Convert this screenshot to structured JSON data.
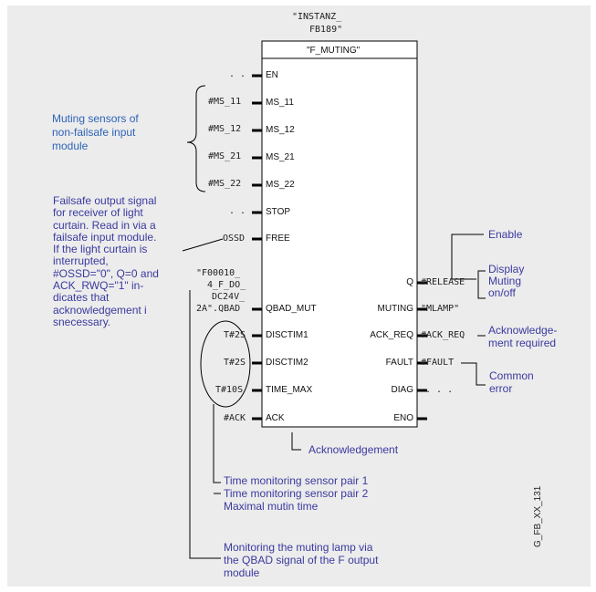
{
  "block": {
    "instance_lines": [
      "\"INSTANZ_",
      "FB189\""
    ],
    "name": "\"F_MUTING\"",
    "inputs": [
      {
        "name": "EN",
        "param": ". . ."
      },
      {
        "name": "MS_11",
        "param": "#MS_11"
      },
      {
        "name": "MS_12",
        "param": "#MS_12"
      },
      {
        "name": "MS_21",
        "param": "#MS_21"
      },
      {
        "name": "MS_22",
        "param": "#MS_22"
      },
      {
        "name": "STOP",
        "param": ". . ."
      },
      {
        "name": "FREE",
        "param": "OSSD"
      },
      {
        "name": "QBAD_MUT",
        "param_lines": [
          "\"F00010_",
          "4_F_DO_",
          "DC24V_",
          "2A\".QBAD"
        ]
      },
      {
        "name": "DISCTIM1",
        "param": "T#2S"
      },
      {
        "name": "DISCTIM2",
        "param": "T#2S"
      },
      {
        "name": "TIME_MAX",
        "param": "T#10S"
      },
      {
        "name": "ACK",
        "param": "#ACK"
      }
    ],
    "outputs": [
      {
        "name": "Q",
        "param": "#RELEASE"
      },
      {
        "name": "MUTING",
        "param": "\"MLAMP\""
      },
      {
        "name": "ACK_REQ",
        "param": "#ACK_REQ"
      },
      {
        "name": "FAULT",
        "param": "#FAULT"
      },
      {
        "name": "DIAG",
        "param": ". . ."
      },
      {
        "name": "ENO",
        "param": ""
      }
    ]
  },
  "annotations": {
    "muting_sensors": [
      "Muting sensors of",
      "non-failsafe input",
      "module"
    ],
    "failsafe_output": [
      "Failsafe output signal",
      "for receiver of light",
      "curtain. Read in via a",
      "failsafe input module.",
      "If the light curtain is",
      "interrupted,",
      "#OSSD=\"0\", Q=0 and",
      "ACK_RWQ=\"1\" in-",
      "dicates that",
      "acknowledgement i",
      "snecessary."
    ],
    "enable": "Enable",
    "display_muting": [
      "Display",
      "Muting",
      "on/off"
    ],
    "ack_required": [
      "Acknowledge-",
      "ment required"
    ],
    "common_error": [
      "Common",
      "error"
    ],
    "acknowledgement": "Acknowledgement",
    "time_monitoring": [
      "Time monitoring sensor pair 1",
      "Time monitoring sensor pair 2",
      "Maximal mutin time"
    ],
    "monitoring_lamp": [
      "Monitoring the muting lamp via",
      "the QBAD signal of the F output",
      "module"
    ]
  },
  "figure_id": "G_FB_XX_131",
  "colors": {
    "background": "#ececec",
    "annotation": "#3a3aa0",
    "muting_note": "#2e63b8"
  }
}
